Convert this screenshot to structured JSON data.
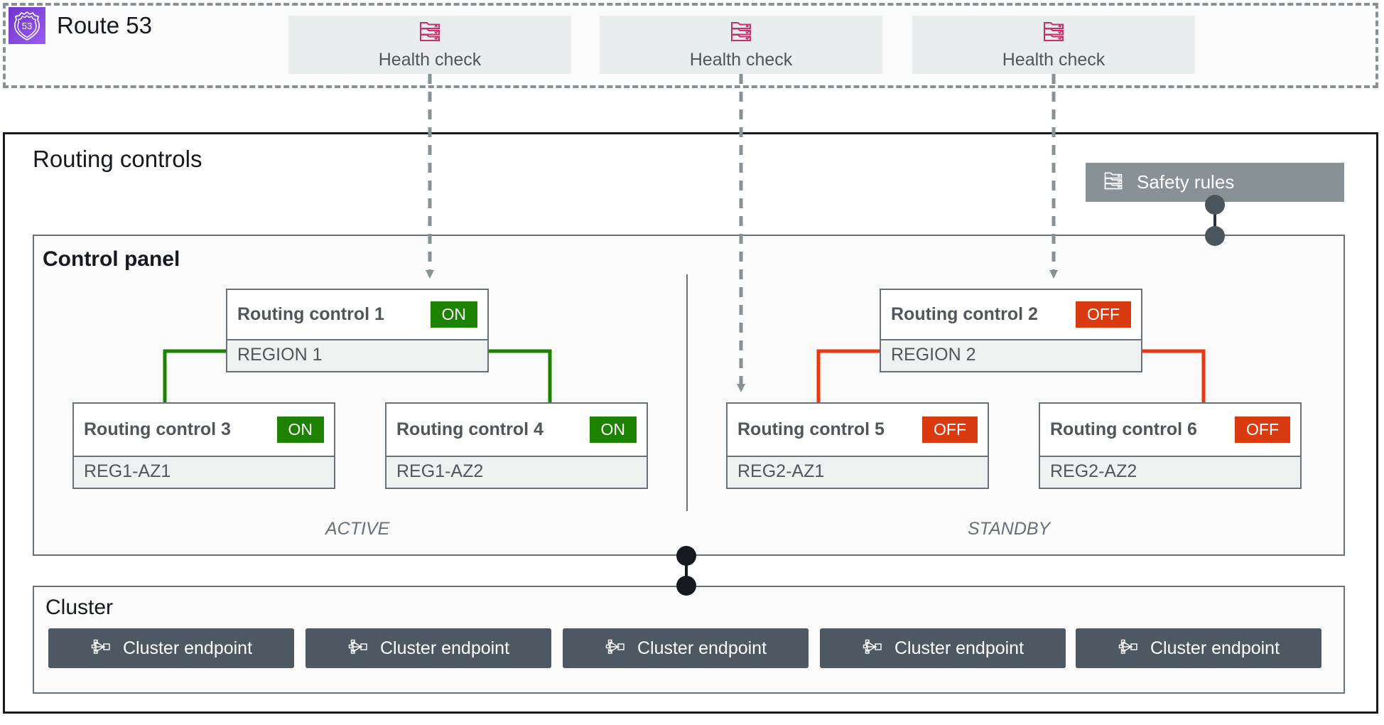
{
  "route53": {
    "title": "Route 53",
    "logo_icon": "route53-shield-icon",
    "logo_text": "53",
    "health_checks": [
      {
        "label": "Health check",
        "icon": "health-check-list-icon"
      },
      {
        "label": "Health check",
        "icon": "health-check-list-icon"
      },
      {
        "label": "Health check",
        "icon": "health-check-list-icon"
      }
    ]
  },
  "routing_controls": {
    "title": "Routing controls",
    "safety_rules": {
      "label": "Safety rules",
      "icon": "safety-rules-list-icon"
    },
    "control_panel": {
      "title": "Control panel",
      "zones": [
        {
          "label": "ACTIVE"
        },
        {
          "label": "STANDBY"
        }
      ],
      "nodes": [
        {
          "name": "Routing control 1",
          "state": "ON",
          "scope": "REGION 1"
        },
        {
          "name": "Routing control 2",
          "state": "OFF",
          "scope": "REGION 2"
        },
        {
          "name": "Routing control 3",
          "state": "ON",
          "scope": "REG1-AZ1"
        },
        {
          "name": "Routing control 4",
          "state": "ON",
          "scope": "REG1-AZ2"
        },
        {
          "name": "Routing control 5",
          "state": "OFF",
          "scope": "REG2-AZ1"
        },
        {
          "name": "Routing control 6",
          "state": "OFF",
          "scope": "REG2-AZ2"
        }
      ]
    }
  },
  "cluster": {
    "title": "Cluster",
    "endpoints": [
      {
        "label": "Cluster endpoint",
        "icon": "cluster-endpoint-network-icon"
      },
      {
        "label": "Cluster endpoint",
        "icon": "cluster-endpoint-network-icon"
      },
      {
        "label": "Cluster endpoint",
        "icon": "cluster-endpoint-network-icon"
      },
      {
        "label": "Cluster endpoint",
        "icon": "cluster-endpoint-network-icon"
      },
      {
        "label": "Cluster endpoint",
        "icon": "cluster-endpoint-network-icon"
      }
    ]
  },
  "colors": {
    "accent_purple": "#6f35c9",
    "health_check_pink": "#c9306b",
    "state_on_green": "#1d8102",
    "state_off_red": "#d93a10",
    "safety_rules_gray": "#879196",
    "endpoint_slate": "#4d5862",
    "border_gray": "#687078"
  }
}
